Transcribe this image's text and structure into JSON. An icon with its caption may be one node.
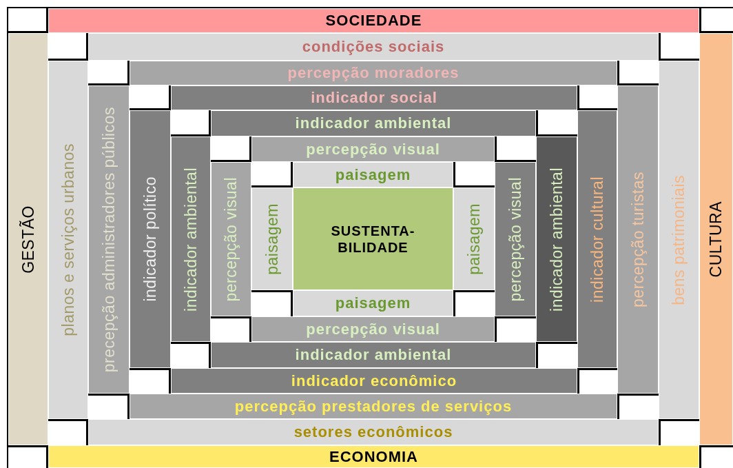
{
  "diagram": {
    "nodes": [
      {
        "text": [
          "SOCIEDADE"
        ]
      },
      {
        "text": [
          "condições sociais"
        ]
      },
      {
        "text": [
          "percepção moradores"
        ]
      },
      {
        "text": [
          "indicador social"
        ]
      },
      {
        "text": [
          "indicador ambiental"
        ]
      },
      {
        "text": [
          "percepção visual"
        ]
      },
      {
        "text": [
          "paisagem"
        ]
      },
      {
        "text": [
          "GESTÃO"
        ]
      },
      {
        "text": [
          "planos e serviços urbanos"
        ]
      },
      {
        "text": [
          "precepção administradores públicos"
        ]
      },
      {
        "text": [
          "indicador político"
        ]
      },
      {
        "text": [
          "indicador ambiental"
        ]
      },
      {
        "text": [
          "percepção visual"
        ]
      },
      {
        "text": [
          "paisagem"
        ]
      },
      {
        "text": [
          "SUSTENTA- BILIDADE"
        ]
      },
      {
        "text": [
          "paisagem"
        ]
      },
      {
        "text": [
          "percepção visual"
        ]
      },
      {
        "text": [
          "indicador ambiental"
        ]
      },
      {
        "text": [
          "indicador cultural"
        ]
      },
      {
        "text": [
          "percepção turistas"
        ]
      },
      {
        "text": [
          "bens patrimoniais"
        ]
      },
      {
        "text": [
          "CULTURA"
        ]
      },
      {
        "text": [
          "paisagem"
        ]
      },
      {
        "text": [
          "percepção visual"
        ]
      },
      {
        "text": [
          "indicador ambiental"
        ]
      },
      {
        "text": [
          "indicador econômico"
        ]
      },
      {
        "text": [
          "percepção prestadores de serviços"
        ]
      },
      {
        "text": [
          "setores econômicos"
        ]
      },
      {
        "text": [
          "ECONOMIA"
        ]
      }
    ]
  }
}
